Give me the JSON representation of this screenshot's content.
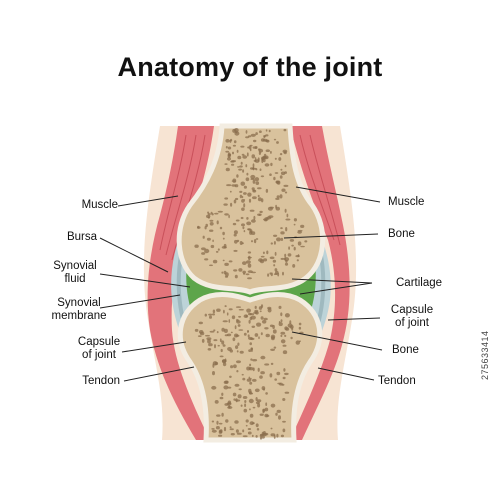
{
  "title": "Anatomy of the joint",
  "labels": {
    "muscle_left": "Muscle",
    "bursa": "Bursa",
    "synovial_fluid_1": "Synovial",
    "synovial_fluid_2": "fluid",
    "synovial_membrane_1": "Synovial",
    "synovial_membrane_2": "membrane",
    "capsule_left_1": "Capsule",
    "capsule_left_2": "of joint",
    "tendon_left": "Tendon",
    "muscle_right": "Muscle",
    "bone_top": "Bone",
    "cartilage": "Cartilage",
    "capsule_right_1": "Capsule",
    "capsule_right_2": "of joint",
    "bone_bottom": "Bone",
    "tendon_right": "Tendon"
  },
  "credit": "275633414",
  "colors": {
    "skin": "#f7e4d3",
    "muscle": "#e2737a",
    "muscle_dark": "#c9505a",
    "capsule": "#bcd3d8",
    "bone": "#d9c29d",
    "bone_pore": "#8a6e4e",
    "cartilage": "#f3ede2",
    "synovial_fluid": "#5da54a",
    "membrane": "#9fb9bf"
  }
}
